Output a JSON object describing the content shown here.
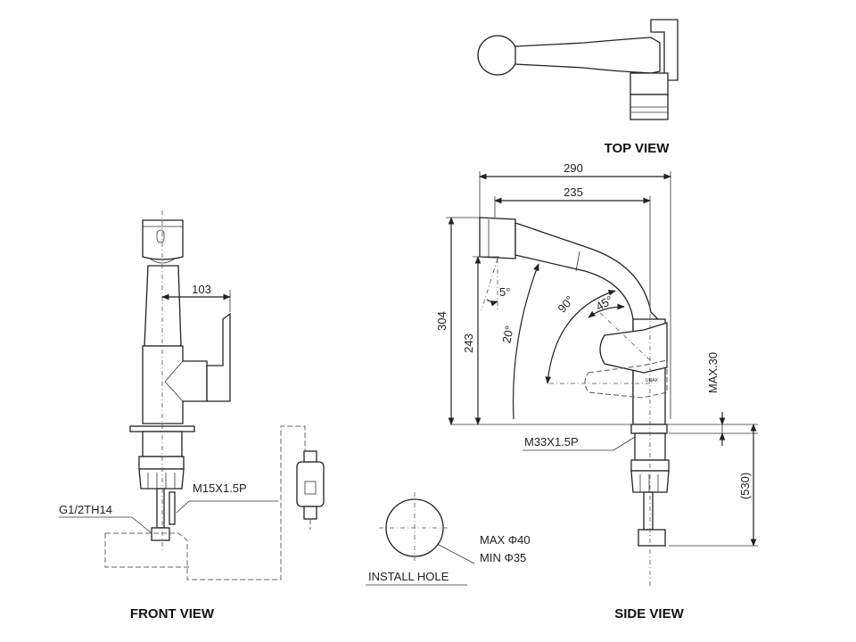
{
  "views": {
    "top": "TOP VIEW",
    "front": "FRONT VIEW",
    "side": "SIDE VIEW"
  },
  "dimensions": {
    "total_length": "290",
    "spout_length": "235",
    "handle_reach": "103",
    "total_height": "304",
    "spout_height": "243",
    "deck_thickness": "MAX.30",
    "hose_length": "(530)"
  },
  "angles": {
    "tilt": "5°",
    "outlet": "20°",
    "swing": "90°",
    "handle": "45°"
  },
  "threads": {
    "front_connector": "M15X1.5P",
    "inlet": "G1/2TH14",
    "body": "M33X1.5P"
  },
  "install_hole": {
    "label": "INSTALL HOLE",
    "max": "MAX Φ40",
    "min": "MIN Φ35"
  },
  "brand_mark": "UNAX"
}
